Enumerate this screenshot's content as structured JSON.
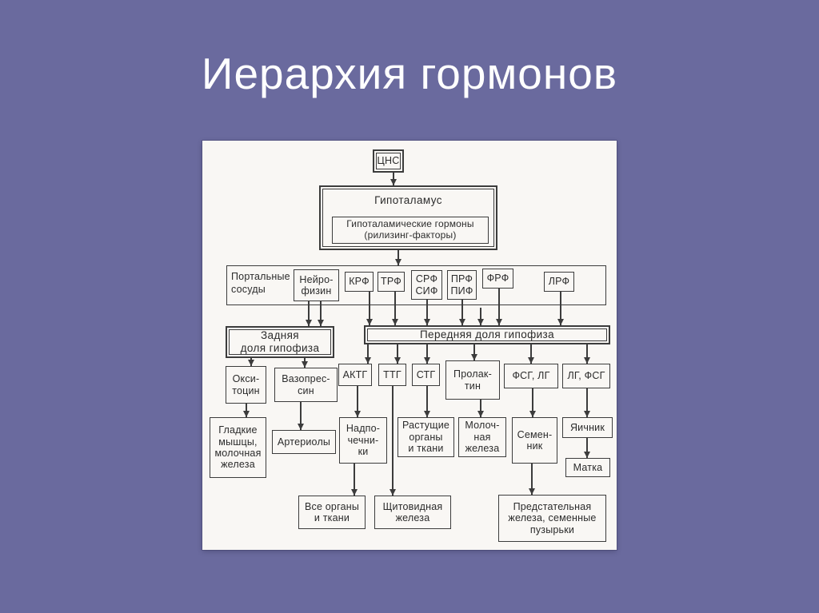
{
  "slide": {
    "title": "Иерархия гормонов"
  },
  "colors": {
    "background": "#6a6a9e",
    "panel": "#f9f7f4",
    "line": "#3c3c3c",
    "title_text": "#ffffff"
  },
  "diagram": {
    "nodes": {
      "cns": {
        "label": "ЦНС"
      },
      "hypothalamus": {
        "label": "Гипоталамус"
      },
      "hypothalamic_hormones": {
        "label": "Гипоталамические гормоны\n(рилизинг-факторы)"
      },
      "portal_vessels": {
        "label": "Портальные\nсосуды"
      },
      "neurophysin": {
        "label": "Нейро-\nфизин"
      },
      "krf": {
        "label": "КРФ"
      },
      "trf": {
        "label": "ТРФ"
      },
      "srf_sif": {
        "label": "СРФ\nСИФ"
      },
      "prf_pif": {
        "label": "ПРФ\nПИФ"
      },
      "frf": {
        "label": "ФРФ"
      },
      "lrf": {
        "label": "ЛРФ"
      },
      "posterior_pituitary": {
        "label": "Задняя\nдоля гипофиза"
      },
      "anterior_pituitary": {
        "label": "Передняя доля гипофиза"
      },
      "oxytocin": {
        "label": "Окси-\nтоцин"
      },
      "vasopressin": {
        "label": "Вазопрес-\nсин"
      },
      "acth": {
        "label": "АКТГ"
      },
      "ttg": {
        "label": "ТТГ"
      },
      "stg": {
        "label": "СТГ"
      },
      "prolactin": {
        "label": "Пролак-\nтин"
      },
      "fsg_lg": {
        "label": "ФСГ, ЛГ"
      },
      "lg_fsg": {
        "label": "ЛГ, ФСГ"
      },
      "smooth_muscles": {
        "label": "Гладкие\nмышцы,\nмолочная\nжелеза"
      },
      "arterioles": {
        "label": "Артериолы"
      },
      "adrenals": {
        "label": "Надпо-\nчечни-\nки"
      },
      "growing_organs": {
        "label": "Растущие\nорганы\nи ткани"
      },
      "mammary_gland": {
        "label": "Молоч-\nная\nжелеза"
      },
      "testis": {
        "label": "Семен-\nник"
      },
      "ovary": {
        "label": "Яичник"
      },
      "uterus": {
        "label": "Матка"
      },
      "all_organs": {
        "label": "Все органы\nи ткани"
      },
      "thyroid": {
        "label": "Щитовидная\nжелеза"
      },
      "prostate": {
        "label": "Предстательная\nжелеза, семенные\nпузырьки"
      }
    }
  }
}
